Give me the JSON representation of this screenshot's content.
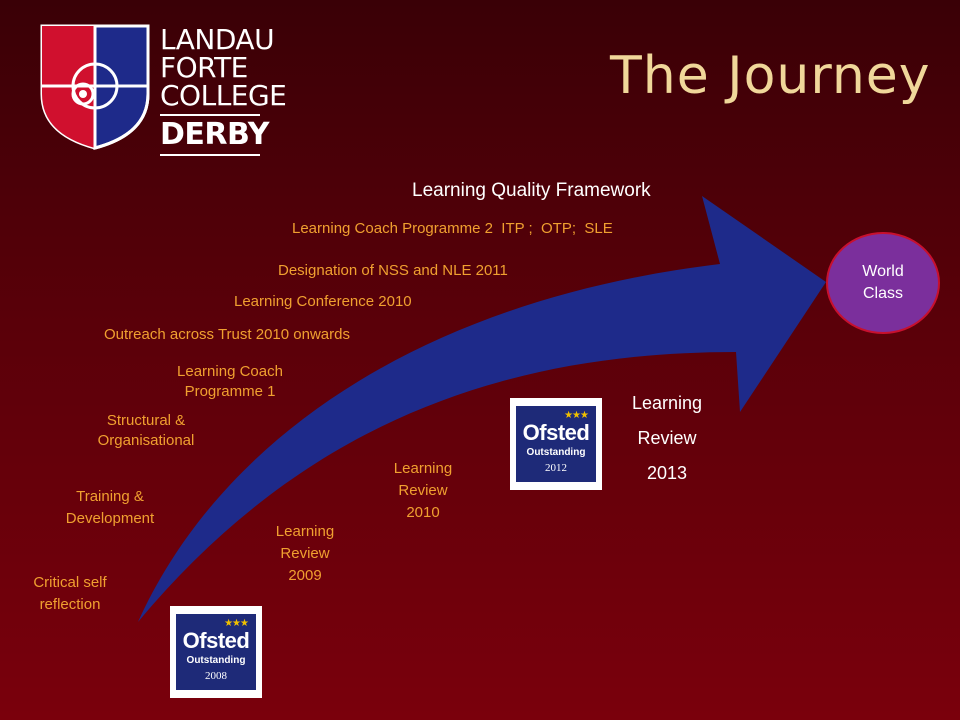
{
  "logo": {
    "line1": "LANDAU",
    "line2": "FORTE",
    "line3": "COLLEGE",
    "line4": "DERBY"
  },
  "title": "The Journey",
  "labels": {
    "learning_quality_framework": "Learning Quality Framework",
    "learning_coach_programme_2": "Learning Coach Programme 2  ITP ;  OTP;  SLE",
    "designation": "Designation of NSS and NLE 2011",
    "conference": "Learning Conference 2010",
    "outreach": "Outreach across Trust 2010 onwards",
    "learning_coach_programme_1": "Learning Coach Programme 1",
    "structural": "Structural & Organisational",
    "training": "Training & Development",
    "critical": "Critical self reflection"
  },
  "reviews": {
    "r2009": [
      "Learning",
      "Review",
      "2009"
    ],
    "r2010": [
      "Learning",
      "Review",
      "2010"
    ],
    "r2013": [
      "Learning",
      "Review",
      "2013"
    ]
  },
  "world_class": [
    "World",
    "Class"
  ],
  "badges": [
    {
      "word": "Ofsted",
      "sub": "Outstanding",
      "year": "2008"
    },
    {
      "word": "Ofsted",
      "sub": "Outstanding",
      "year": "2012"
    }
  ],
  "colors": {
    "arrow": "#1e2a8a",
    "orange_text": "#f0a030",
    "title": "#f0d79a",
    "world_class": "#7b2f9c"
  }
}
